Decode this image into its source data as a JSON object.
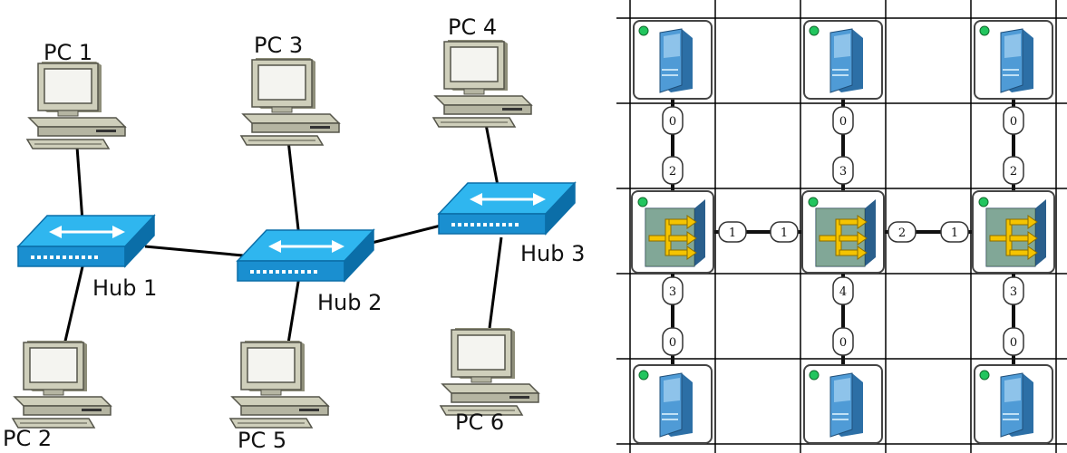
{
  "left_diagram": {
    "pcs": [
      {
        "id": "pc1",
        "label": "PC 1"
      },
      {
        "id": "pc2",
        "label": "PC 2"
      },
      {
        "id": "pc3",
        "label": "PC 3"
      },
      {
        "id": "pc4",
        "label": "PC 4"
      },
      {
        "id": "pc5",
        "label": "PC 5"
      },
      {
        "id": "pc6",
        "label": "PC 6"
      }
    ],
    "hubs": [
      {
        "id": "hub1",
        "label": "Hub 1"
      },
      {
        "id": "hub2",
        "label": "Hub 2"
      },
      {
        "id": "hub3",
        "label": "Hub 3"
      }
    ],
    "links": [
      [
        "pc1",
        "hub1"
      ],
      [
        "pc2",
        "hub1"
      ],
      [
        "hub1",
        "hub2"
      ],
      [
        "pc3",
        "hub2"
      ],
      [
        "pc5",
        "hub2"
      ],
      [
        "hub2",
        "hub3"
      ],
      [
        "pc4",
        "hub3"
      ],
      [
        "pc6",
        "hub3"
      ]
    ]
  },
  "right_diagram": {
    "servers": [
      {
        "id": "s-top-left",
        "status": "online",
        "status_color": "#22c55e"
      },
      {
        "id": "s-top-mid",
        "status": "online",
        "status_color": "#22c55e"
      },
      {
        "id": "s-top-right",
        "status": "online",
        "status_color": "#22c55e"
      },
      {
        "id": "s-bot-left",
        "status": "online",
        "status_color": "#22c55e"
      },
      {
        "id": "s-bot-mid",
        "status": "online",
        "status_color": "#22c55e"
      },
      {
        "id": "s-bot-right",
        "status": "online",
        "status_color": "#22c55e"
      }
    ],
    "hubs": [
      {
        "id": "h-left",
        "status": "online",
        "status_color": "#22c55e"
      },
      {
        "id": "h-mid",
        "status": "online",
        "status_color": "#22c55e"
      },
      {
        "id": "h-right",
        "status": "online",
        "status_color": "#22c55e"
      }
    ],
    "ports": [
      {
        "id": "p-tl-a",
        "label": "0"
      },
      {
        "id": "p-tl-b",
        "label": "2"
      },
      {
        "id": "p-tm-a",
        "label": "0"
      },
      {
        "id": "p-tm-b",
        "label": "3"
      },
      {
        "id": "p-tr-a",
        "label": "0"
      },
      {
        "id": "p-tr-b",
        "label": "2"
      },
      {
        "id": "p-hl-a",
        "label": "1"
      },
      {
        "id": "p-hl-b",
        "label": "1"
      },
      {
        "id": "p-hr-a",
        "label": "2"
      },
      {
        "id": "p-hr-b",
        "label": "1"
      },
      {
        "id": "p-bl-a",
        "label": "3"
      },
      {
        "id": "p-bl-b",
        "label": "0"
      },
      {
        "id": "p-bm-a",
        "label": "4"
      },
      {
        "id": "p-bm-b",
        "label": "0"
      },
      {
        "id": "p-br-a",
        "label": "3"
      },
      {
        "id": "p-br-b",
        "label": "0"
      }
    ]
  },
  "colors": {
    "hub_top": "#33b8f0",
    "hub_side": "#0b6ea8",
    "pc_body": "#c9c9b5",
    "grid_line": "#000000",
    "status_green": "#22c55e",
    "arrow_yellow": "#f5c400"
  },
  "icons": {
    "pc": "desktop-computer-icon",
    "hub": "network-hub-icon",
    "server": "server-tower-icon",
    "router": "router-arrows-icon"
  }
}
